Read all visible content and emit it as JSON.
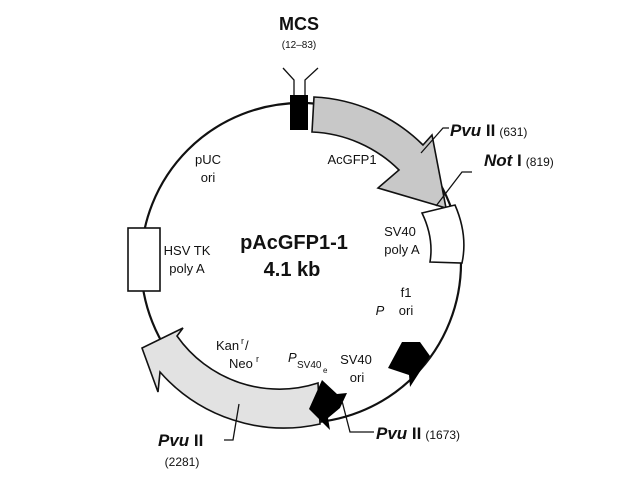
{
  "map": {
    "plasmid_name": "pAcGFP1-1",
    "plasmid_size": "4.1 kb",
    "mcs": {
      "label": "MCS",
      "range": "(12–83)"
    },
    "features": {
      "acgfp1": "AcGFP1",
      "puc_ori_line1": "pUC",
      "puc_ori_line2": "ori",
      "hsv_tk_line1": "HSV TK",
      "hsv_tk_line2": "poly A",
      "sv40_polya_line1": "SV40",
      "sv40_polya_line2": "poly A",
      "f1_ori_line1": "f1",
      "f1_ori_line2": "ori",
      "f1_promoter": "P",
      "sv40_ori_line1": "SV40",
      "sv40_ori_line2": "ori",
      "psv40_p": "P",
      "psv40_sub": "SV40",
      "psv40_subsub": "e",
      "kan_main": "Kan",
      "kan_sup": "r",
      "kan_slash": "/",
      "neo_main": "Neo",
      "neo_sup": "r"
    },
    "sites": [
      {
        "name_italic": "Pvu",
        "name_roman": " II",
        "position": "(631)"
      },
      {
        "name_italic": "Not",
        "name_roman": " I",
        "position": "(819)"
      },
      {
        "name_italic": "Pvu",
        "name_roman": " II",
        "position": "(1673)"
      },
      {
        "name_italic": "Pvu",
        "name_roman": " II",
        "position": "(2281)"
      }
    ],
    "colors": {
      "backbone": "#111111",
      "acgfp1_fill": "#c8c8c8",
      "kan_fill": "#e2e2e2",
      "mcs_fill": "#000000",
      "box_fill": "#ffffff"
    }
  }
}
